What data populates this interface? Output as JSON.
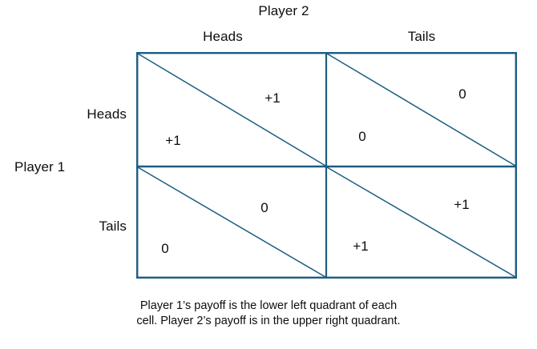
{
  "figure": {
    "kind": "payoff-matrix",
    "game": "Matching Pennies",
    "line_color": "#1b5e82",
    "text_color": "#0d0d0d",
    "background": "#ffffff"
  },
  "headers": {
    "column_player_title": "Player 2",
    "row_player_title": "Player 1",
    "columns": [
      {
        "label": "Heads"
      },
      {
        "label": "Tails"
      }
    ],
    "rows": [
      {
        "label": "Heads"
      },
      {
        "label": "Tails"
      }
    ]
  },
  "cells": [
    {
      "row": "Heads",
      "column": "Heads",
      "player1_payoff": "+1",
      "player2_payoff": "+1"
    },
    {
      "row": "Heads",
      "column": "Tails",
      "player1_payoff": "0",
      "player2_payoff": "0"
    },
    {
      "row": "Tails",
      "column": "Heads",
      "player1_payoff": "0",
      "player2_payoff": "0"
    },
    {
      "row": "Tails",
      "column": "Tails",
      "player1_payoff": "+1",
      "player2_payoff": "+1"
    }
  ],
  "caption": {
    "line1": "Player 1’s payoff is the lower left quadrant of each",
    "line2": "cell. Player 2’s payoff is in the upper right quadrant."
  }
}
